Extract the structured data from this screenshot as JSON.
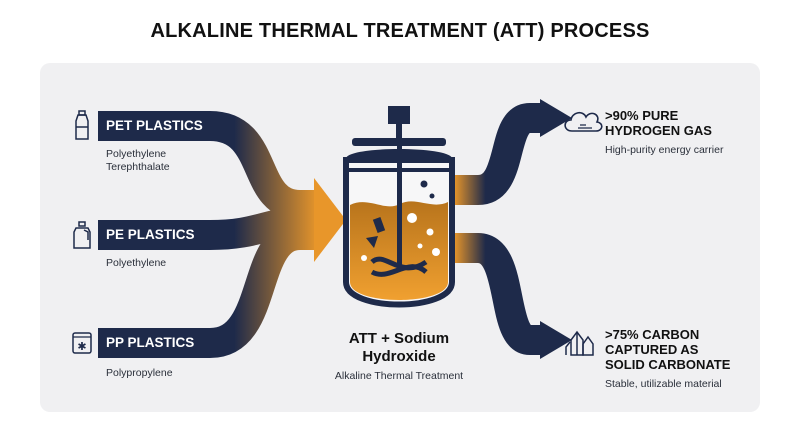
{
  "title": "ALKALINE THERMAL TREATMENT (ATT) PROCESS",
  "inputs": [
    {
      "title": "PET PLASTICS",
      "sub1": "Polyethylene",
      "sub2": "Terephthalate",
      "icon": "bottle-icon"
    },
    {
      "title": "PE PLASTICS",
      "sub1": "Polyethylene",
      "icon": "jug-icon"
    },
    {
      "title": "PP PLASTICS",
      "sub1": "Polypropylene",
      "icon": "pellet-bag-icon"
    }
  ],
  "reactor": {
    "title1": "ATT + Sodium",
    "title2": "Hydroxide",
    "sub": "Alkaline Thermal Treatment",
    "icon": "reactor-vessel-icon"
  },
  "outputs": [
    {
      "line1": ">90% PURE",
      "line2": "HYDROGEN GAS",
      "sub": "High-purity energy carrier",
      "icon": "cloud-icon"
    },
    {
      "line1": ">75% CARBON",
      "line2": "CAPTURED AS",
      "line3": "SOLID CARBONATE",
      "sub": "Stable, utilizable material",
      "icon": "crystal-icon"
    }
  ],
  "colors": {
    "navy": "#1e2a4a",
    "orange": "#e8962a",
    "panel": "#f0f0f2"
  }
}
